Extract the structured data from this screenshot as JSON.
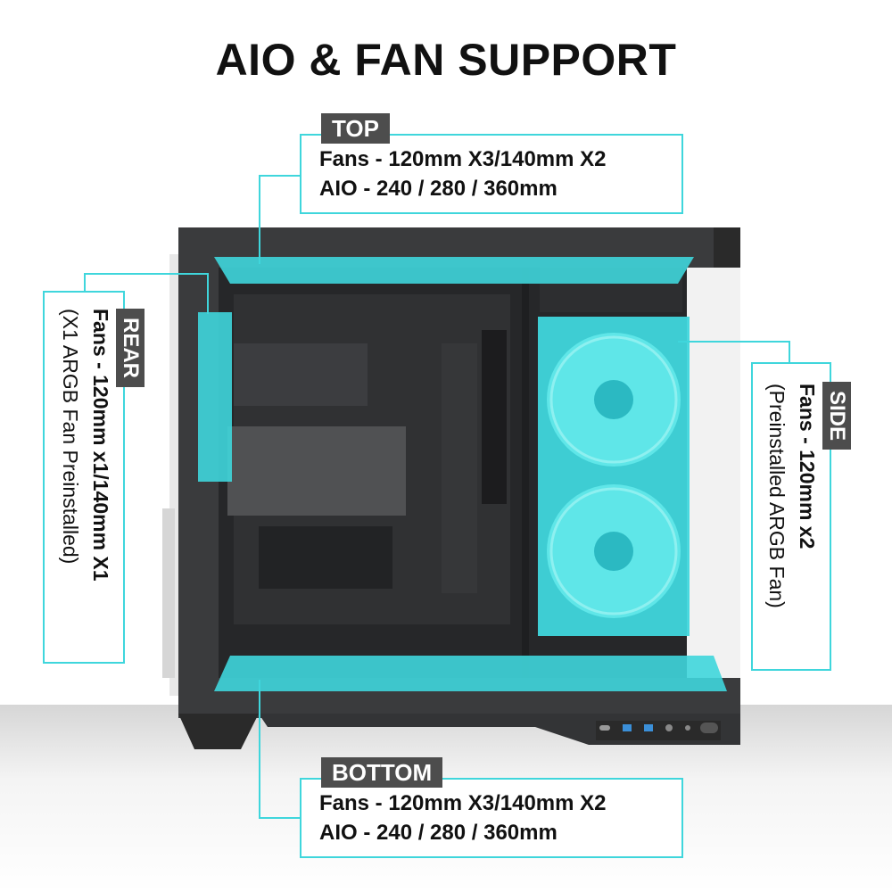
{
  "title": "AIO & FAN SUPPORT",
  "top": {
    "label": "TOP",
    "fans": "Fans - 120mm X3/140mm X2",
    "aio": "AIO - 240 / 280 / 360mm"
  },
  "rear": {
    "label": "REAR",
    "fans": "Fans - 120mm x1/140mm X1",
    "note": "(X1 ARGB Fan Preinstalled)"
  },
  "side": {
    "label": "SIDE",
    "fans": "Fans - 120mm x2",
    "note": "(Preinstalled ARGB Fan)"
  },
  "bottom": {
    "label": "BOTTOM",
    "fans": "Fans - 120mm X3/140mm X2",
    "aio": "AIO - 240 / 280 / 360mm"
  },
  "colors": {
    "highlight": "#3fd6dc",
    "tag_bg": "#4d4d4d",
    "case": "#2e2f31"
  }
}
